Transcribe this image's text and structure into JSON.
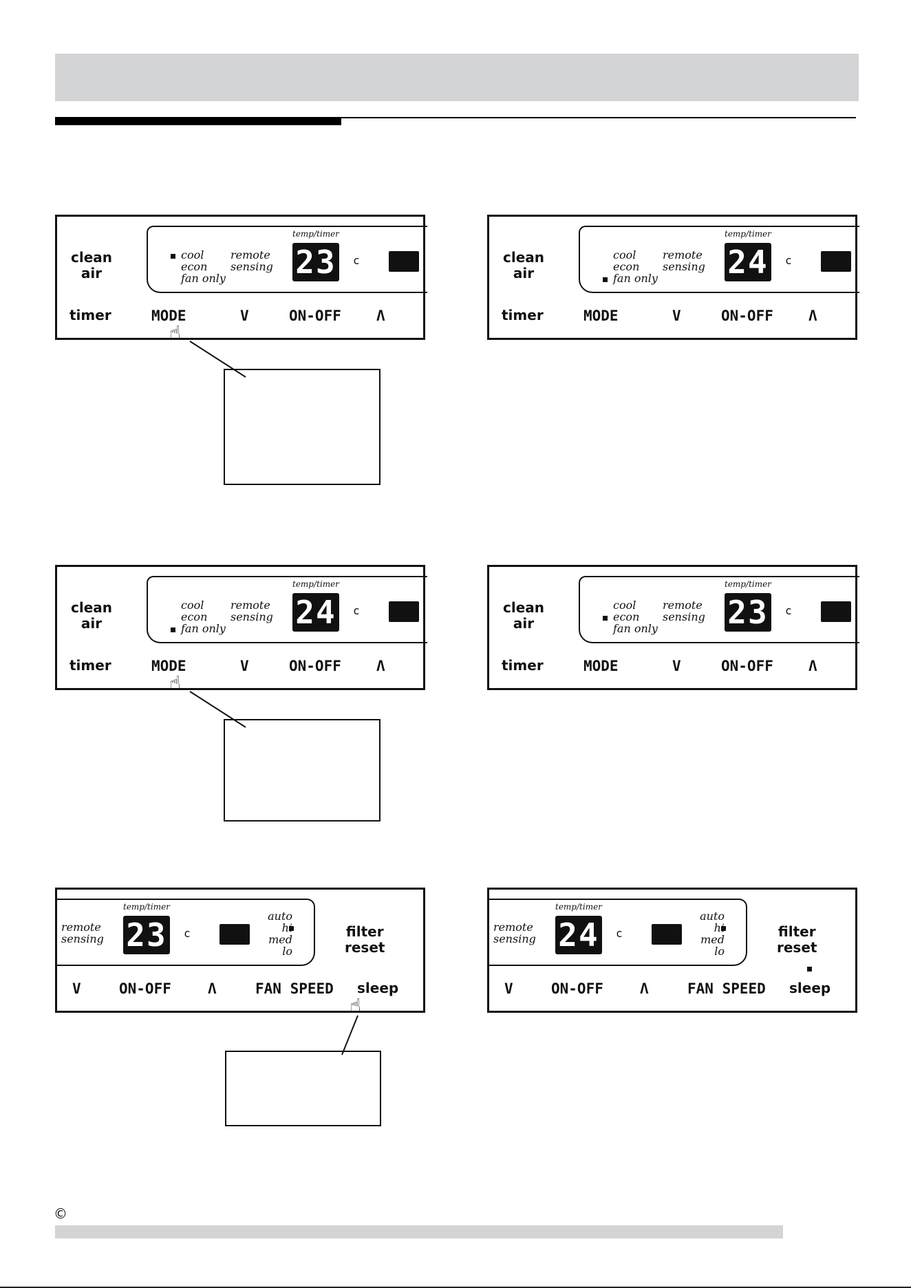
{
  "footer": {
    "copyright_symbol": "©"
  },
  "mode_panel": {
    "clean_air_line1": "clean",
    "clean_air_line2": "air",
    "mode_cool": "cool",
    "mode_econ": "econ",
    "mode_fan_only": "fan only",
    "remote_line1": "remote",
    "remote_line2": "sensing",
    "temp_timer": "temp/timer",
    "unit": "c",
    "btn_timer": "timer",
    "btn_mode": "MODE",
    "btn_down": "V",
    "btn_on_off": "ON-OFF",
    "btn_up": "Λ"
  },
  "fan_panel": {
    "remote_line1": "remote",
    "remote_line2": "sensing",
    "temp_timer": "temp/timer",
    "unit": "c",
    "speed_auto": "auto",
    "speed_hi": "hi",
    "speed_med": "med",
    "speed_lo": "lo",
    "filter_line1": "filter",
    "filter_line2": "reset",
    "btn_down": "V",
    "btn_on_off": "ON-OFF",
    "btn_up": "Λ",
    "btn_fan_speed": "FAN SPEED",
    "btn_sleep": "sleep"
  },
  "panels": {
    "p1": {
      "display": "23",
      "selected_mode": "cool"
    },
    "p2": {
      "display": "24",
      "selected_mode": "fan only"
    },
    "p3": {
      "display": "24",
      "selected_mode": "fan only"
    },
    "p4": {
      "display": "23",
      "selected_mode": "econ"
    },
    "p5": {
      "display": "23",
      "selected_speed": "hi",
      "sleep_indicator": false
    },
    "p6": {
      "display": "24",
      "selected_speed": "hi",
      "sleep_indicator": true
    }
  },
  "icons": {
    "pointer": "pointing-hand-icon"
  }
}
